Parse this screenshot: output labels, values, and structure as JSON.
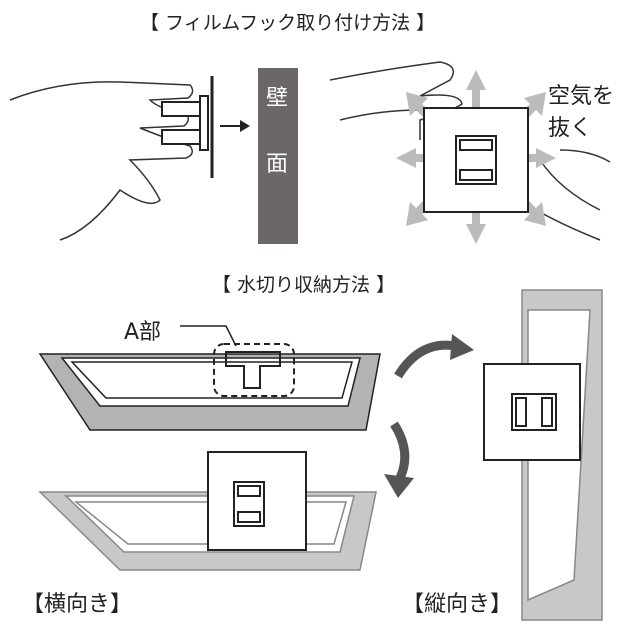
{
  "section1": {
    "title": "【 フィルムフック取り付け方法 】",
    "wall_top": "壁",
    "wall_bottom": "面",
    "instruction_line1": "空気を",
    "instruction_line2": "抜く"
  },
  "section2": {
    "title": "【 水切り収納方法 】",
    "part_label": "A部",
    "horizontal_label": "【横向き】",
    "vertical_label": "【縦向き】"
  },
  "colors": {
    "wall": "#6b6667",
    "tray": "#b3b3b3",
    "line": "#222222"
  }
}
